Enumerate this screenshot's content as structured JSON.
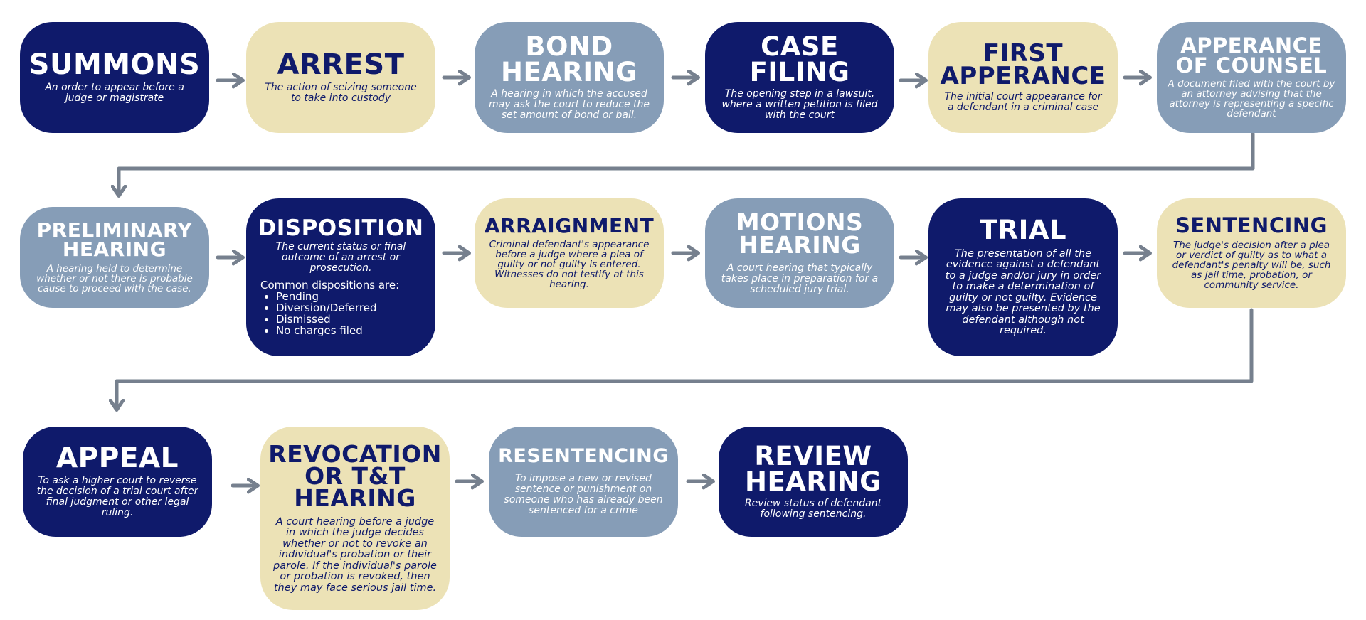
{
  "colors": {
    "navy": "#0f1a6b",
    "tan": "#ece2b6",
    "slate": "#869db7",
    "connector": "#76808e"
  },
  "row1": [
    {
      "title": "SUMMONS",
      "desc_before": "An order to appear before a judge or ",
      "desc_link": "magistrate",
      "desc_after": ""
    },
    {
      "title": "ARREST",
      "desc": "The action of seizing someone to take into custody"
    },
    {
      "title": "BOND\nHEARING",
      "desc": "A hearing in which the accused may ask the court to reduce the set amount of bond or bail."
    },
    {
      "title": "CASE\nFILING",
      "desc": "The opening step in a lawsuit, where a written petition is filed with the court"
    },
    {
      "title": "FIRST\nAPPERANCE",
      "desc": "The initial court appearance for a defendant in a criminal case"
    },
    {
      "title": "APPERANCE\nOF COUNSEL",
      "desc": "A document filed with the court by an attorney advising that the attorney is representing a specific defendant"
    }
  ],
  "row2": [
    {
      "title": "PRELIMINARY\nHEARING",
      "desc": "A hearing held to determine whether or not there is probable cause to proceed with the case."
    },
    {
      "title": "DISPOSITION",
      "desc": "The current status or final outcome of an arrest or prosecution.",
      "list_heading": "Common dispositions are:",
      "list": [
        "Pending",
        "Diversion/Deferred",
        "Dismissed",
        "No charges filed"
      ]
    },
    {
      "title": "ARRAIGNMENT",
      "desc": "Criminal defendant's appearance before a judge where a plea of guilty or not guilty is entered. Witnesses do not testify at this hearing."
    },
    {
      "title": "MOTIONS\nHEARING",
      "desc": "A court hearing that typically takes place in preparation for a scheduled jury trial."
    },
    {
      "title": "TRIAL",
      "desc": "The presentation of all the evidence against a defendant to a judge and/or jury in order to make a determination of guilty or not guilty. Evidence may also be presented by the defendant although not required."
    },
    {
      "title": "SENTENCING",
      "desc": "The judge's decision after a plea or verdict of guilty as to what a defendant's penalty will be, such as jail time, probation, or community service."
    }
  ],
  "row3": [
    {
      "title": "APPEAL",
      "desc": "To ask a higher court to reverse the decision of a trial court after final judgment or other legal ruling."
    },
    {
      "title": "REVOCATION\nOR T&T\nHEARING",
      "desc": "A court hearing before a judge in which the judge decides whether or not to revoke an individual's probation or their parole. If the individual's parole or probation is revoked, then they may face serious jail time."
    },
    {
      "title": "RESENTENCING",
      "desc": "To impose a new or revised sentence or punishment on someone who has already been sentenced for a crime"
    },
    {
      "title": "REVIEW\nHEARING",
      "desc": "Review status of defendant following sentencing."
    }
  ]
}
